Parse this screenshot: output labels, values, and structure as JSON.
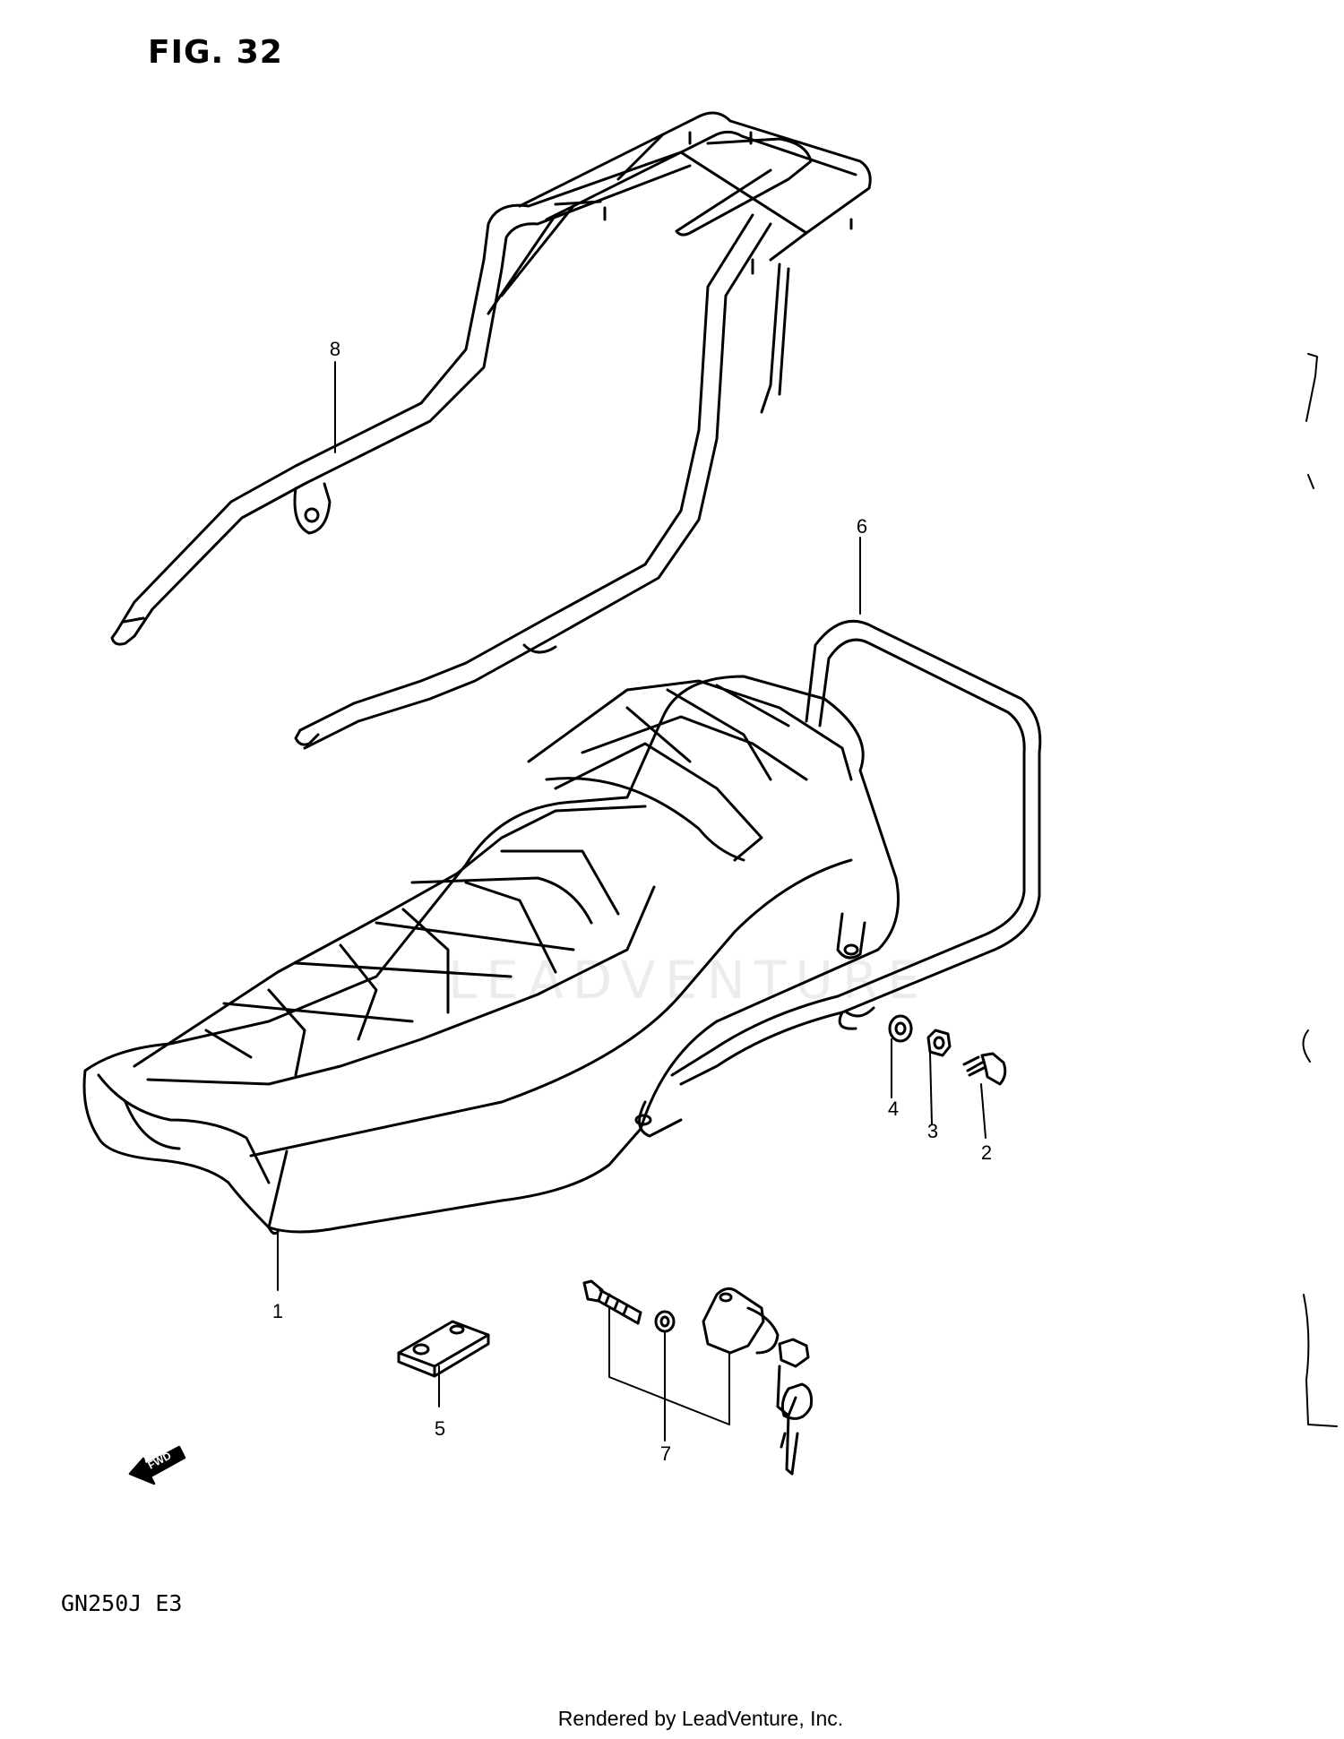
{
  "figure": {
    "title": "FIG. 32"
  },
  "model": "GN250J  E3",
  "footer": "Rendered by LeadVenture, Inc.",
  "watermark": "LEADVENTURE",
  "fwd_label": "FWD",
  "callouts": [
    {
      "id": "1",
      "label": "1"
    },
    {
      "id": "2",
      "label": "2"
    },
    {
      "id": "3",
      "label": "3"
    },
    {
      "id": "4",
      "label": "4"
    },
    {
      "id": "5",
      "label": "5"
    },
    {
      "id": "6",
      "label": "6"
    },
    {
      "id": "7",
      "label": "7"
    },
    {
      "id": "8",
      "label": "8"
    }
  ],
  "parts": {
    "seat": "seat-assembly",
    "carrier": "rear-carrier",
    "grab_rail": "grab-rail"
  }
}
